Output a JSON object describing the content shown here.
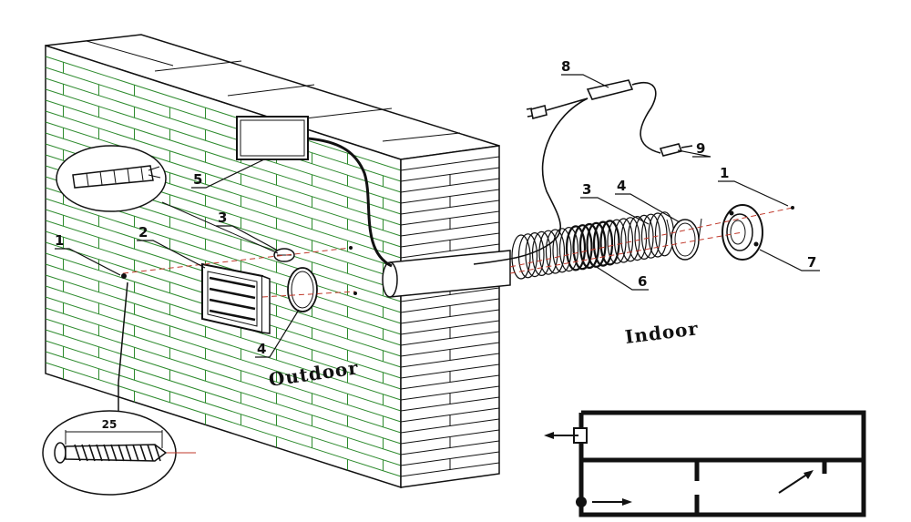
{
  "labels": {
    "outdoor": "Outdoor",
    "indoor": "Indoor",
    "screw_length": "25"
  },
  "callouts": [
    {
      "id": "c8",
      "text": "8"
    },
    {
      "id": "c9",
      "text": "9"
    },
    {
      "id": "c1-right",
      "text": "1"
    },
    {
      "id": "c3-right",
      "text": "3"
    },
    {
      "id": "c4-right",
      "text": "4"
    },
    {
      "id": "c5",
      "text": "5"
    },
    {
      "id": "c3-left",
      "text": "3"
    },
    {
      "id": "c2",
      "text": "2"
    },
    {
      "id": "c1-left",
      "text": "1"
    },
    {
      "id": "c6",
      "text": "6"
    },
    {
      "id": "c7",
      "text": "7"
    },
    {
      "id": "c4-left",
      "text": "4"
    }
  ],
  "colors": {
    "brick_line": "#2e8b2e",
    "ink": "#111111",
    "axis_line": "#c0392b"
  }
}
